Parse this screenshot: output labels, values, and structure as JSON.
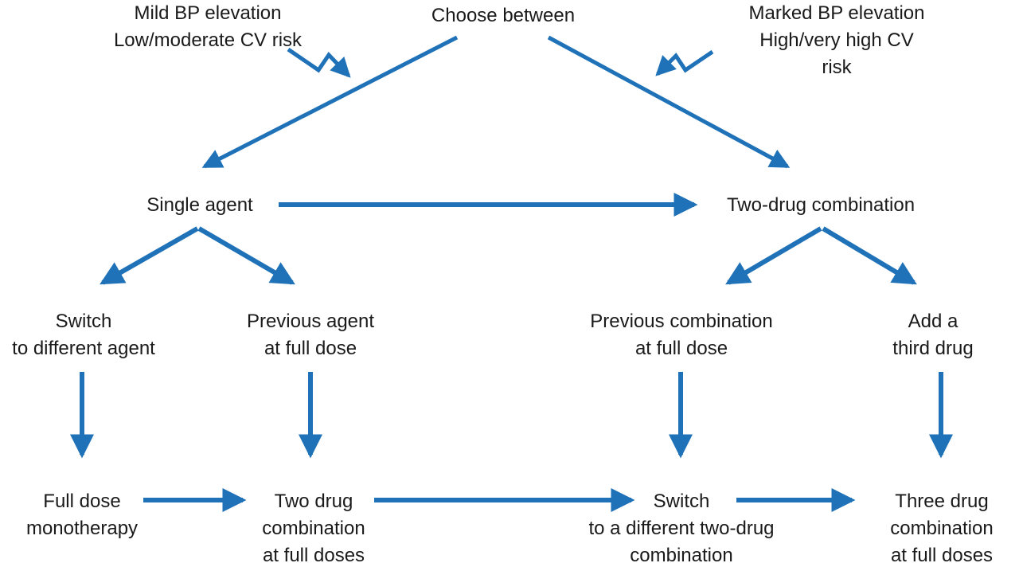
{
  "colors": {
    "arrow_blue": "#1F72B8",
    "text_black": "#1a1a1a"
  },
  "nodes": {
    "mild_bp": "Mild BP elevation\nLow/moderate CV risk",
    "choose_between": "Choose between",
    "marked_bp": "Marked BP elevation\nHigh/very high CV risk",
    "single_agent": "Single agent",
    "two_drug_combination": "Two-drug combination",
    "switch_agent": "Switch\nto different agent",
    "previous_agent": "Previous agent\nat full dose",
    "previous_combination": "Previous combination\nat full dose",
    "add_third_drug": "Add a third drug",
    "full_dose_monotherapy": "Full dose\nmonotherapy",
    "two_drug_full_doses": "Two drug\ncombination\nat full doses",
    "switch_two_drug": "Switch\nto a different two-drug\ncombination",
    "three_drug_full_doses": "Three drug\ncombination\nat full doses"
  },
  "edges": [
    {
      "from": "mild_bp",
      "to": "choose_between_left_branch",
      "style": "zigzag"
    },
    {
      "from": "marked_bp",
      "to": "choose_between_right_branch",
      "style": "zigzag"
    },
    {
      "from": "choose_between",
      "to": "single_agent"
    },
    {
      "from": "choose_between",
      "to": "two_drug_combination"
    },
    {
      "from": "single_agent",
      "to": "two_drug_combination"
    },
    {
      "from": "single_agent",
      "to": "switch_agent"
    },
    {
      "from": "single_agent",
      "to": "previous_agent"
    },
    {
      "from": "two_drug_combination",
      "to": "previous_combination"
    },
    {
      "from": "two_drug_combination",
      "to": "add_third_drug"
    },
    {
      "from": "switch_agent",
      "to": "full_dose_monotherapy"
    },
    {
      "from": "previous_agent",
      "to": "two_drug_full_doses"
    },
    {
      "from": "previous_combination",
      "to": "switch_two_drug"
    },
    {
      "from": "add_third_drug",
      "to": "three_drug_full_doses"
    },
    {
      "from": "full_dose_monotherapy",
      "to": "two_drug_full_doses"
    },
    {
      "from": "two_drug_full_doses",
      "to": "switch_two_drug"
    },
    {
      "from": "switch_two_drug",
      "to": "three_drug_full_doses"
    }
  ]
}
